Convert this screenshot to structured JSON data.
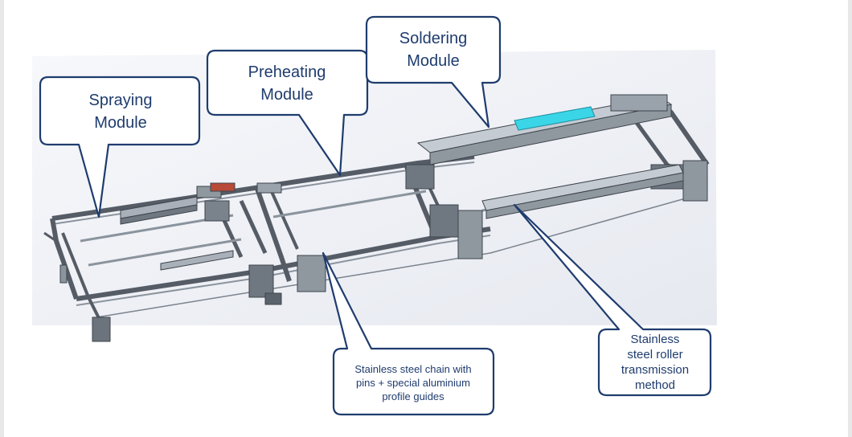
{
  "callouts": {
    "spraying": "Spraying\nModule",
    "preheating": "Preheating\nModule",
    "soldering": "Soldering\nModule",
    "chain": "Stainless steel chain with\npins + special aluminium\nprofile guides",
    "roller": "Stainless\nsteel roller\ntransmission\nmethod"
  },
  "colors": {
    "callout_border": "#1f3c6e",
    "callout_text": "#1f3c6e",
    "frame_steel": "#5a6470",
    "highlight_cyan": "#3ad6e8",
    "background_panel": "#eceef3"
  }
}
